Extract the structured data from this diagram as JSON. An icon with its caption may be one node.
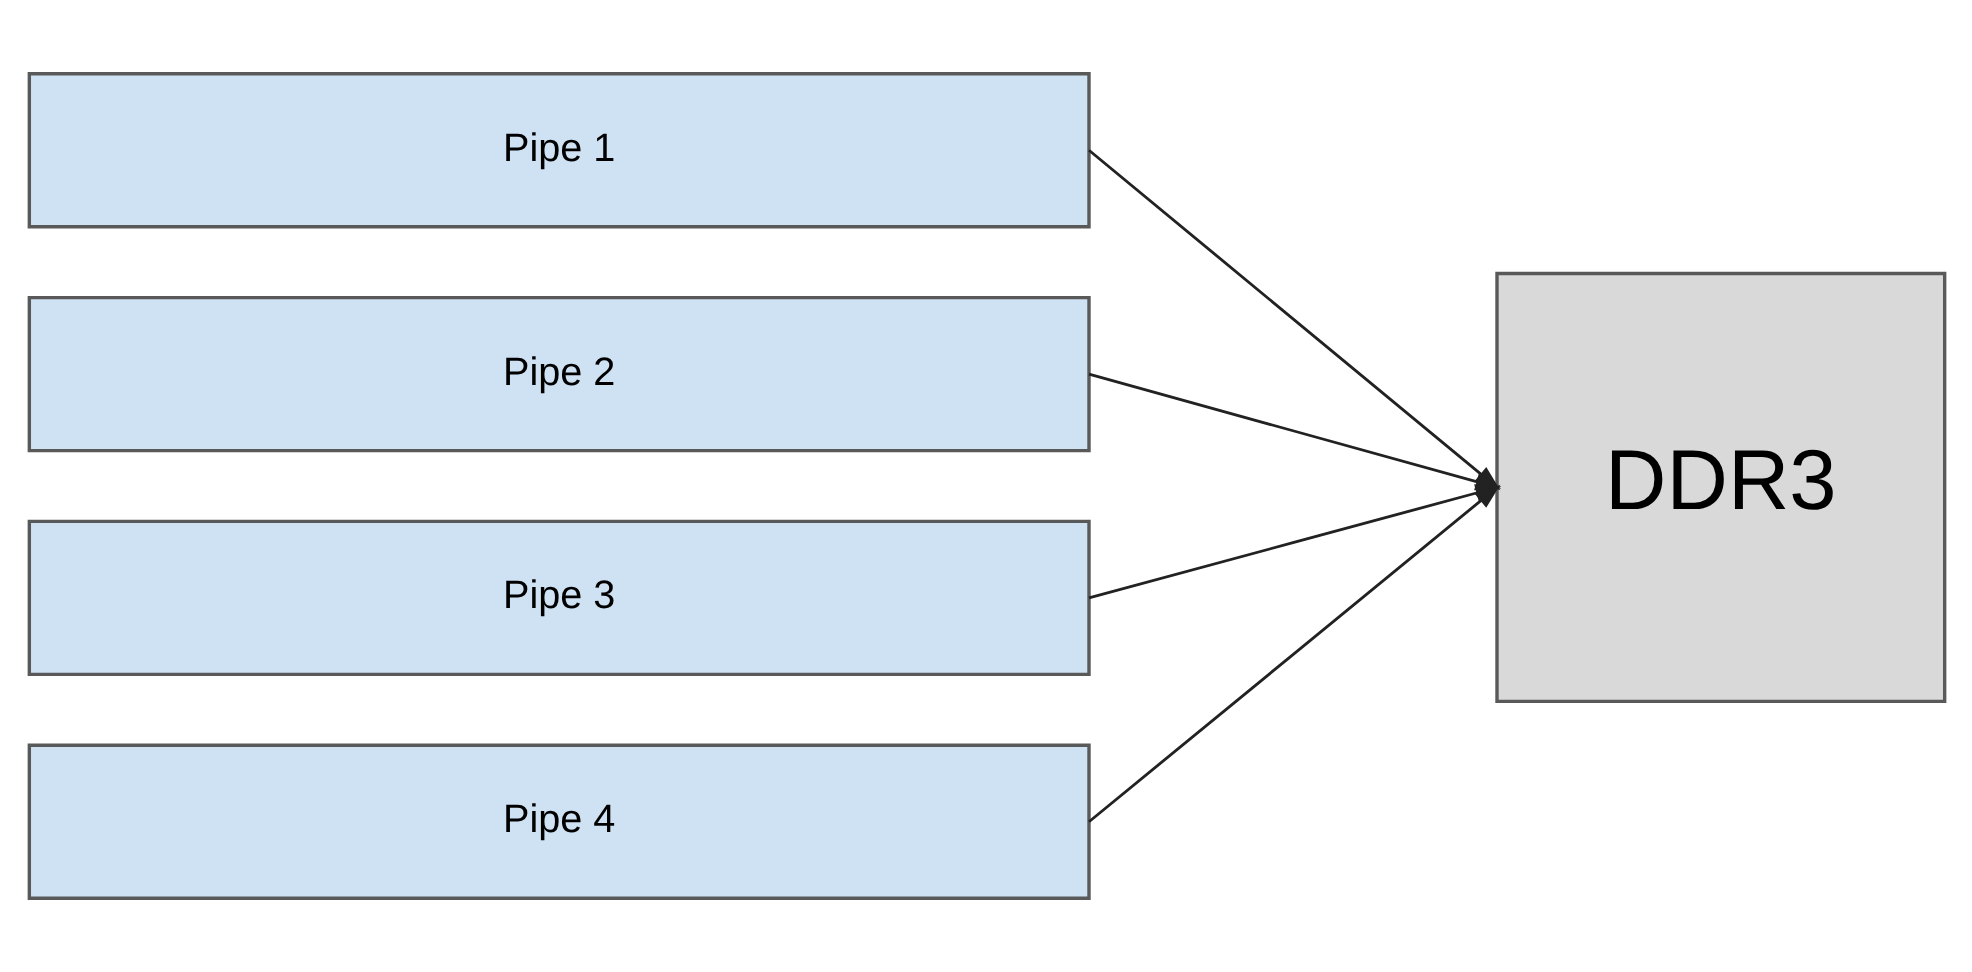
{
  "diagram": {
    "nodes": [
      {
        "text": [
          "Pipe 1"
        ]
      },
      {
        "text": [
          "Pipe 2"
        ]
      },
      {
        "text": [
          "Pipe 3"
        ]
      },
      {
        "text": [
          "Pipe 4"
        ]
      },
      {
        "text": [
          "DDR3"
        ]
      }
    ],
    "edges": [
      {
        "from": 0,
        "to": 4,
        "arrow": "to"
      },
      {
        "from": 1,
        "to": 4,
        "arrow": "to"
      },
      {
        "from": 2,
        "to": 4,
        "arrow": "to"
      },
      {
        "from": 3,
        "to": 4,
        "arrow": "to"
      }
    ]
  }
}
